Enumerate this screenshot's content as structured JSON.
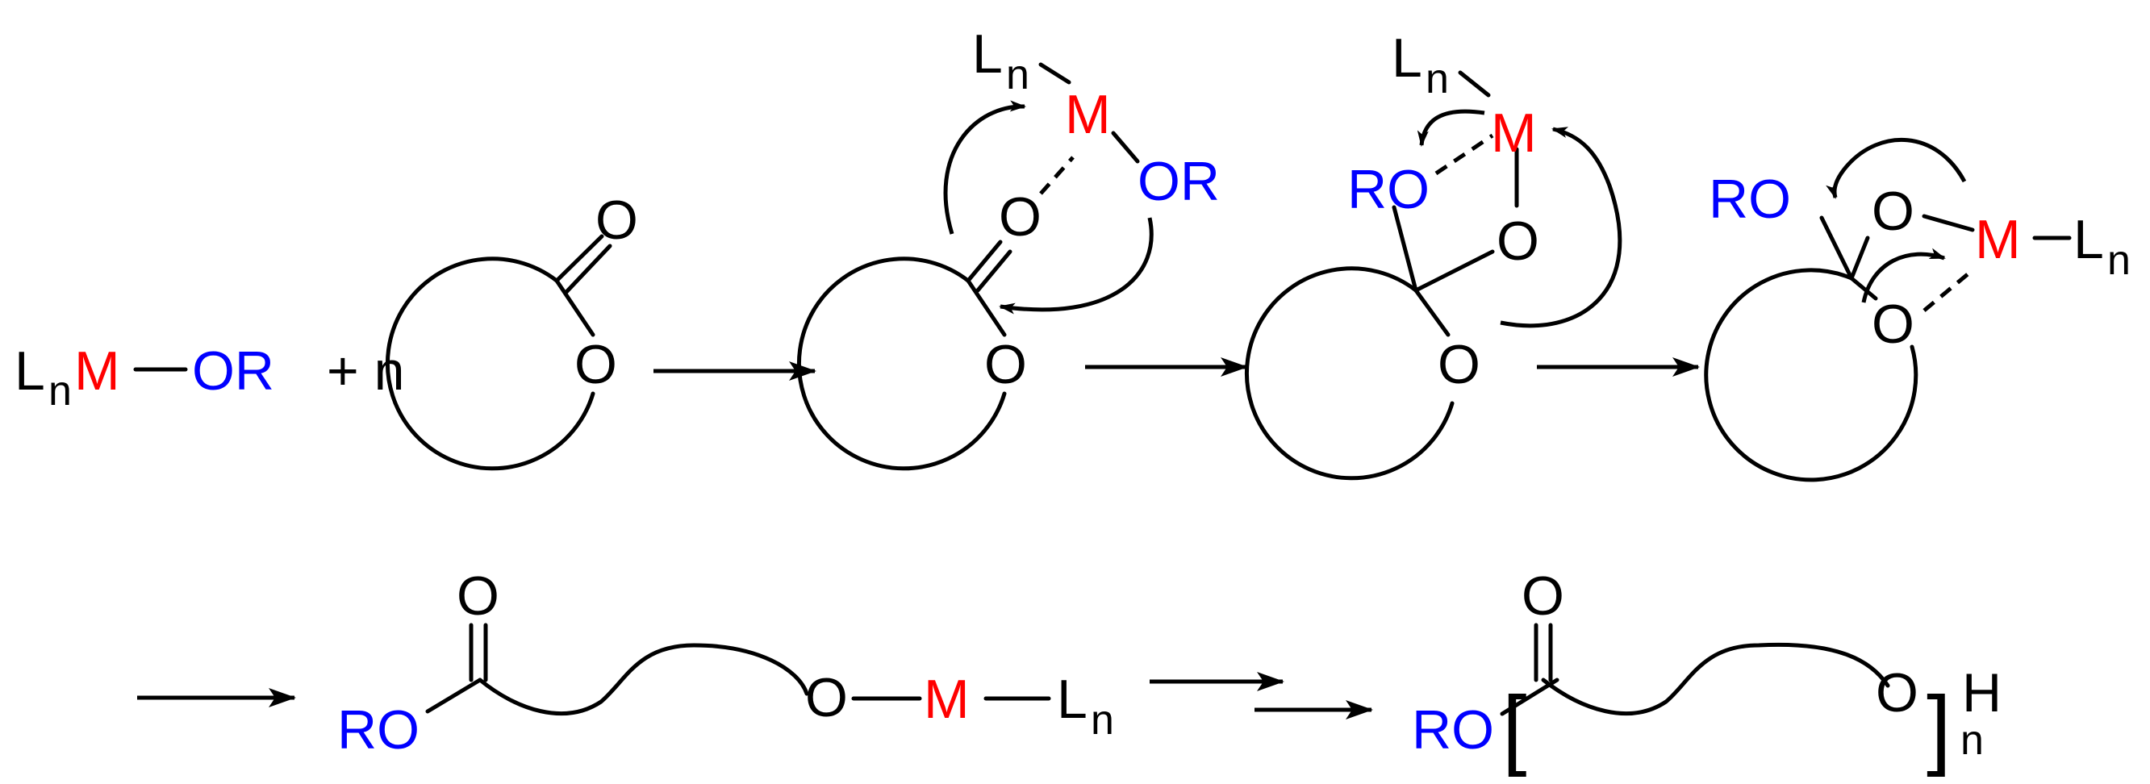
{
  "colors": {
    "metal": "#ff0000",
    "alkoxy": "#0000ff",
    "ink": "#000000"
  },
  "labels": {
    "L": "L",
    "n": "n",
    "M": "M",
    "O": "O",
    "OR": "OR",
    "RO": "RO",
    "H": "H",
    "plus_n": "+ n",
    "bracket_open": "[",
    "bracket_close": "]"
  }
}
